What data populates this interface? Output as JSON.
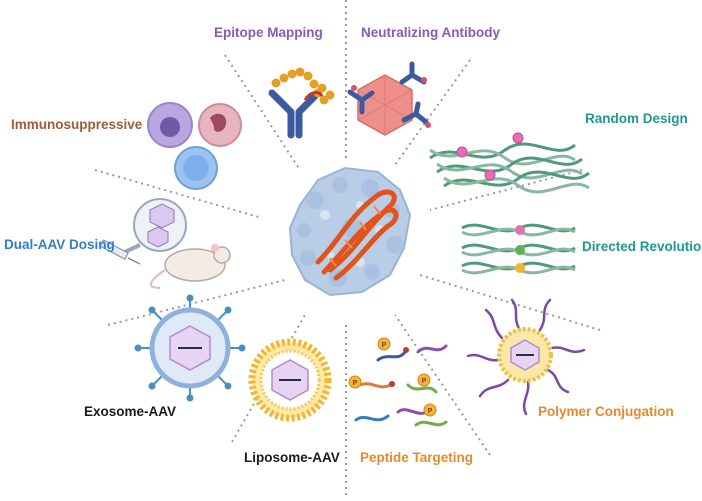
{
  "colors": {
    "purple": "#8a5bb3",
    "brown": "#a25a3e",
    "blue": "#2f7fc2",
    "black": "#1a1a1a",
    "orange": "#e8892b",
    "teal": "#1f9a8a",
    "divider": "#9a9a9a"
  },
  "labels": {
    "epitope_mapping": "Epitope Mapping",
    "neutralizing_antibody": "Neutralizing Antibody",
    "immunosuppressive": "Immunosuppressive",
    "random_design": "Random Design",
    "dual_aav_dosing": "Dual-AAV Dosing",
    "directed_revolution": "Directed Revolution",
    "exosome_aav": "Exosome-AAV",
    "polymer_conjugation": "Polymer Conjugation",
    "liposome_aav": "Liposome-AAV",
    "peptide_targeting": "Peptide Targeting"
  },
  "icons": [
    "aav-capsid-center-icon",
    "antibody-epitope-icon",
    "antibody-capsid-icon",
    "immune-cells-icon",
    "dna-random-icon",
    "mouse-injection-icon",
    "dna-directed-icon",
    "exosome-icon",
    "polymer-icon",
    "liposome-icon",
    "peptides-icon"
  ],
  "peptide_letter": "P"
}
